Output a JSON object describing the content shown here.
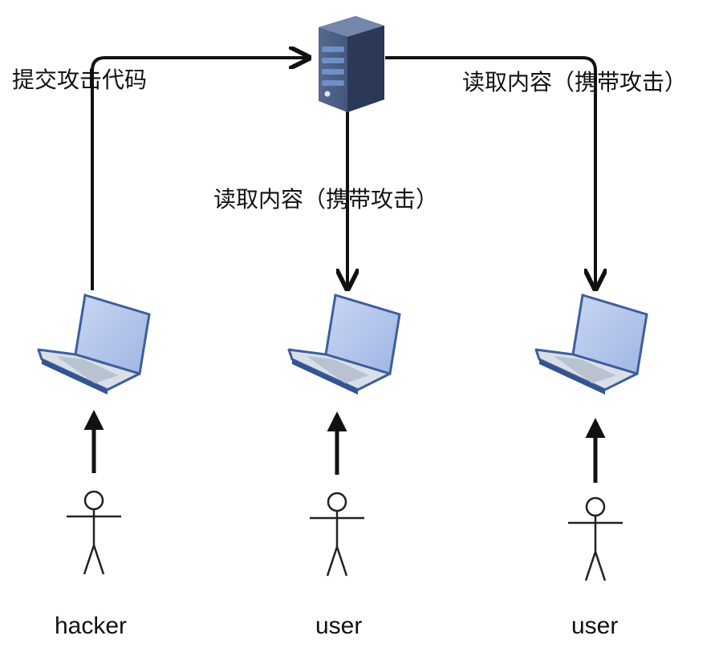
{
  "edges": {
    "submit_label": "提交攻击代码",
    "read_label_right": "读取内容（携带攻击）",
    "read_label_center": "读取内容（携带攻击）"
  },
  "actors": [
    {
      "role": "hacker"
    },
    {
      "role": "user"
    },
    {
      "role": "user"
    }
  ],
  "colors": {
    "line": "#111111",
    "laptop_screen": "#b7c9ee",
    "laptop_frame": "#3d5f9c",
    "laptop_body": "#d9dfe8",
    "server_body": "#3e5279",
    "server_bay": "#6f8fc6"
  },
  "icons": [
    "server-icon",
    "laptop-icon",
    "stick-figure-icon"
  ]
}
